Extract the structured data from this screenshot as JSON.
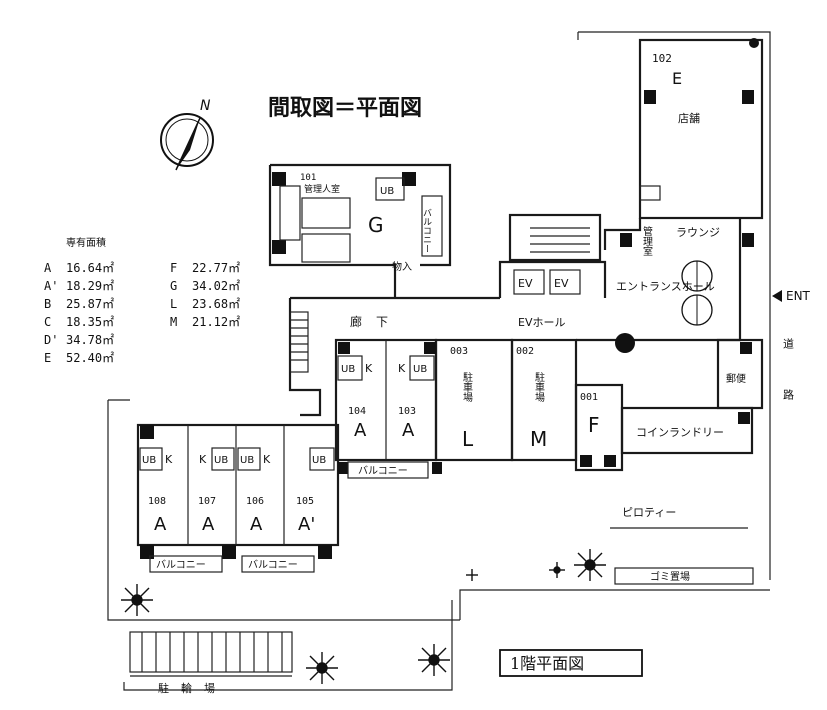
{
  "title": "間取図＝平面図",
  "floor_label": "1階平面図",
  "north": "N",
  "entrance": "ENT",
  "street": "道路",
  "area_table": {
    "heading": "専有面積",
    "left": [
      {
        "type": "A",
        "area": "16.64㎡"
      },
      {
        "type": "A'",
        "area": "18.29㎡"
      },
      {
        "type": "B",
        "area": "25.87㎡"
      },
      {
        "type": "C",
        "area": "18.35㎡"
      },
      {
        "type": "D'",
        "area": "34.78㎡"
      },
      {
        "type": "E",
        "area": "52.40㎡"
      }
    ],
    "right": [
      {
        "type": "F",
        "area": "22.77㎡"
      },
      {
        "type": "G",
        "area": "34.02㎡"
      },
      {
        "type": "L",
        "area": "23.68㎡"
      },
      {
        "type": "M",
        "area": "21.12㎡"
      }
    ]
  },
  "units": [
    {
      "num": "102",
      "type": "E",
      "use": "店舗"
    },
    {
      "num": "101",
      "type": "G",
      "use": "管理人室"
    },
    {
      "num": "104",
      "type": "A"
    },
    {
      "num": "103",
      "type": "A"
    },
    {
      "num": "108",
      "type": "A"
    },
    {
      "num": "107",
      "type": "A"
    },
    {
      "num": "106",
      "type": "A"
    },
    {
      "num": "105",
      "type": "A'"
    },
    {
      "num": "003",
      "type": "L",
      "use": "駐車場"
    },
    {
      "num": "002",
      "type": "M",
      "use": "駐車場"
    },
    {
      "num": "001",
      "type": "F"
    }
  ],
  "labels": {
    "ub": "UB",
    "k": "K",
    "balcony": "バルコニー",
    "corridor": "廊下",
    "ev": "EV",
    "ev_hall": "EVホール",
    "entrance_hall": "エントランスホール",
    "kanri": "管理室",
    "lounge": "ラウンジ",
    "storage": "物入",
    "mail": "郵便",
    "laundry": "コインランドリー",
    "piloti": "ピロティー",
    "trash": "ゴミ置場",
    "parking": "駐輪場"
  }
}
